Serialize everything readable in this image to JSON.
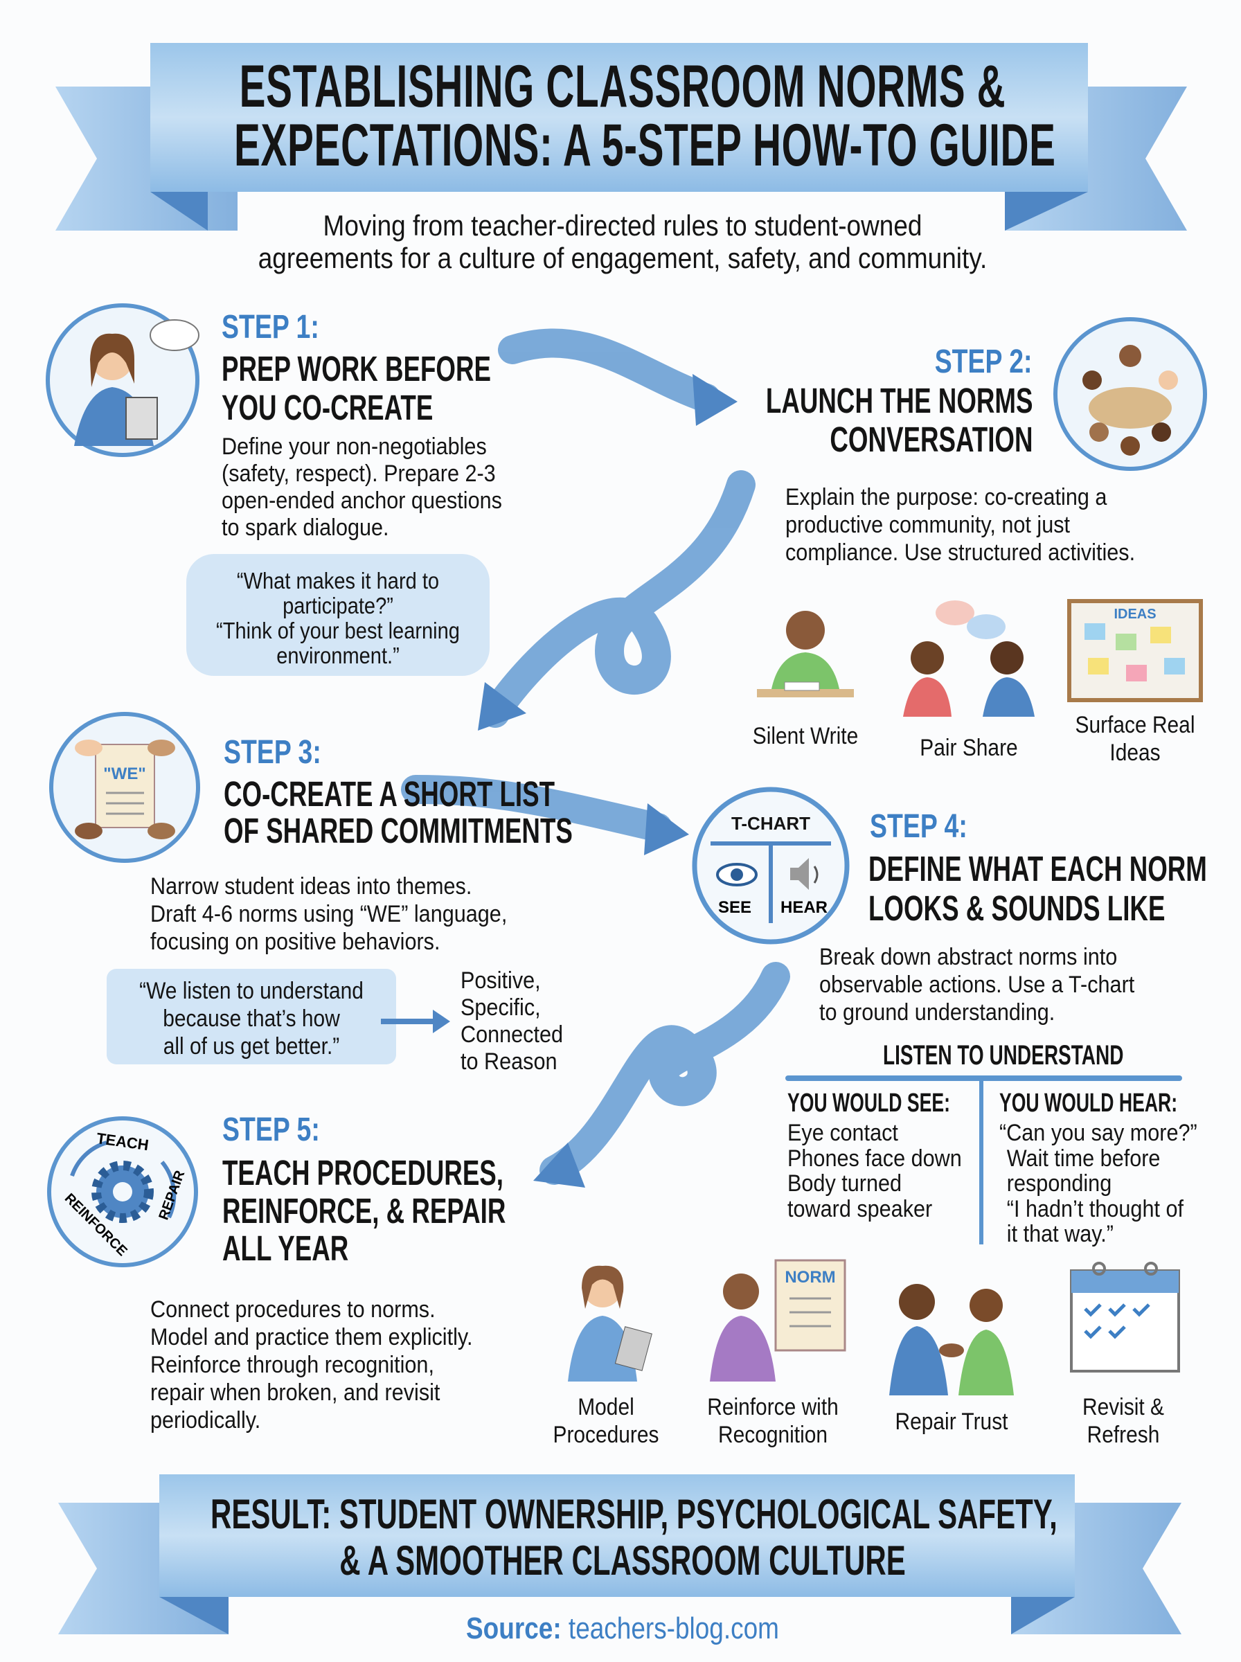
{
  "header": {
    "title_lines": [
      "ESTABLISHING CLASSROOM NORMS &",
      "EXPECTATIONS: A 5-STEP HOW-TO GUIDE"
    ],
    "subtitle_lines": [
      "Moving from teacher-directed rules to student-owned",
      "agreements for a culture of engagement, safety, and community."
    ]
  },
  "steps": [
    {
      "label": "STEP 1:",
      "heading_lines": [
        "PREP WORK BEFORE",
        "YOU CO-CREATE"
      ],
      "body_lines": [
        "Define your non-negotiables",
        "(safety, respect). Prepare 2-3",
        "open-ended anchor questions",
        "to spark dialogue."
      ],
      "quote_lines": [
        "“What makes it hard to",
        "participate?”",
        "“Think of your best learning",
        "environment.”"
      ],
      "icon": "teacher-thinking-icon"
    },
    {
      "label": "STEP 2:",
      "heading_lines": [
        "LAUNCH THE NORMS",
        "CONVERSATION"
      ],
      "body_lines": [
        "Explain the purpose: co-creating a",
        "productive community, not just",
        "compliance. Use structured activities."
      ],
      "activities": [
        {
          "label_lines": [
            "Silent Write"
          ],
          "icon": "student-writing-icon"
        },
        {
          "label_lines": [
            "Pair Share"
          ],
          "icon": "pair-talking-icon"
        },
        {
          "label_lines": [
            "Surface Real",
            "Ideas"
          ],
          "icon": "ideas-board-icon",
          "board_text": "IDEAS"
        }
      ],
      "icon": "group-discussion-icon"
    },
    {
      "label": "STEP 3:",
      "heading_lines": [
        "CO-CREATE A SHORT LIST",
        "OF SHARED COMMITMENTS"
      ],
      "body_lines": [
        "Narrow student ideas into themes.",
        "Draft 4-6 norms using “WE” language,",
        "focusing on positive behaviors."
      ],
      "quote_lines": [
        "“We listen to understand",
        "because that’s how",
        "all of us get better.”"
      ],
      "criteria_lines": [
        "Positive,",
        "Specific,",
        "Connected",
        "to Reason"
      ],
      "icon_text": "\"WE\"",
      "icon": "we-document-icon"
    },
    {
      "label": "STEP 4:",
      "heading_lines": [
        "DEFINE WHAT EACH NORM",
        "LOOKS & SOUNDS LIKE"
      ],
      "body_lines": [
        "Break down abstract norms into",
        "observable actions. Use a T-chart",
        "to ground understanding."
      ],
      "icon_title": "T-CHART",
      "icon_see": "SEE",
      "icon_hear": "HEAR",
      "icon": "t-chart-icon",
      "tchart": {
        "title": "LISTEN TO UNDERSTAND",
        "see_header": "YOU WOULD SEE:",
        "see_items": [
          "Eye contact",
          "Phones face down",
          "Body turned",
          "toward speaker"
        ],
        "hear_header": "YOU WOULD HEAR:",
        "hear_items": [
          "“Can you say more?”",
          "Wait time before",
          "responding",
          "“I hadn’t thought of",
          "it that way.”"
        ]
      }
    },
    {
      "label": "STEP 5:",
      "heading_lines": [
        "TEACH PROCEDURES,",
        "REINFORCE, & REPAIR",
        "ALL YEAR"
      ],
      "body_lines": [
        "Connect procedures to norms.",
        "Model and practice them explicitly.",
        "Reinforce through recognition,",
        "repair when broken, and revisit",
        "periodically."
      ],
      "cycle_words": [
        "TEACH",
        "REPAIR",
        "REINFORCE"
      ],
      "icon": "gear-cycle-icon",
      "actions": [
        {
          "label_lines": [
            "Model",
            "Procedures"
          ],
          "icon": "teacher-clipboard-icon"
        },
        {
          "label_lines": [
            "Reinforce with",
            "Recognition"
          ],
          "icon": "norm-poster-icon",
          "poster_text": "NORM"
        },
        {
          "label_lines": [
            "Repair Trust"
          ],
          "icon": "handshake-icon"
        },
        {
          "label_lines": [
            "Revisit &",
            "Refresh"
          ],
          "icon": "calendar-icon"
        }
      ]
    }
  ],
  "footer": {
    "result_lines": [
      "RESULT: STUDENT OWNERSHIP, PSYCHOLOGICAL SAFETY,",
      "& A SMOOTHER CLASSROOM CULTURE"
    ],
    "source_label": "Source:",
    "source_value": "teachers-blog.com"
  },
  "colors": {
    "accent_blue": "#3d7fc4",
    "ribbon_blue": "#8fbde6",
    "ribbon_dark": "#5b95cf",
    "text": "#141414"
  }
}
